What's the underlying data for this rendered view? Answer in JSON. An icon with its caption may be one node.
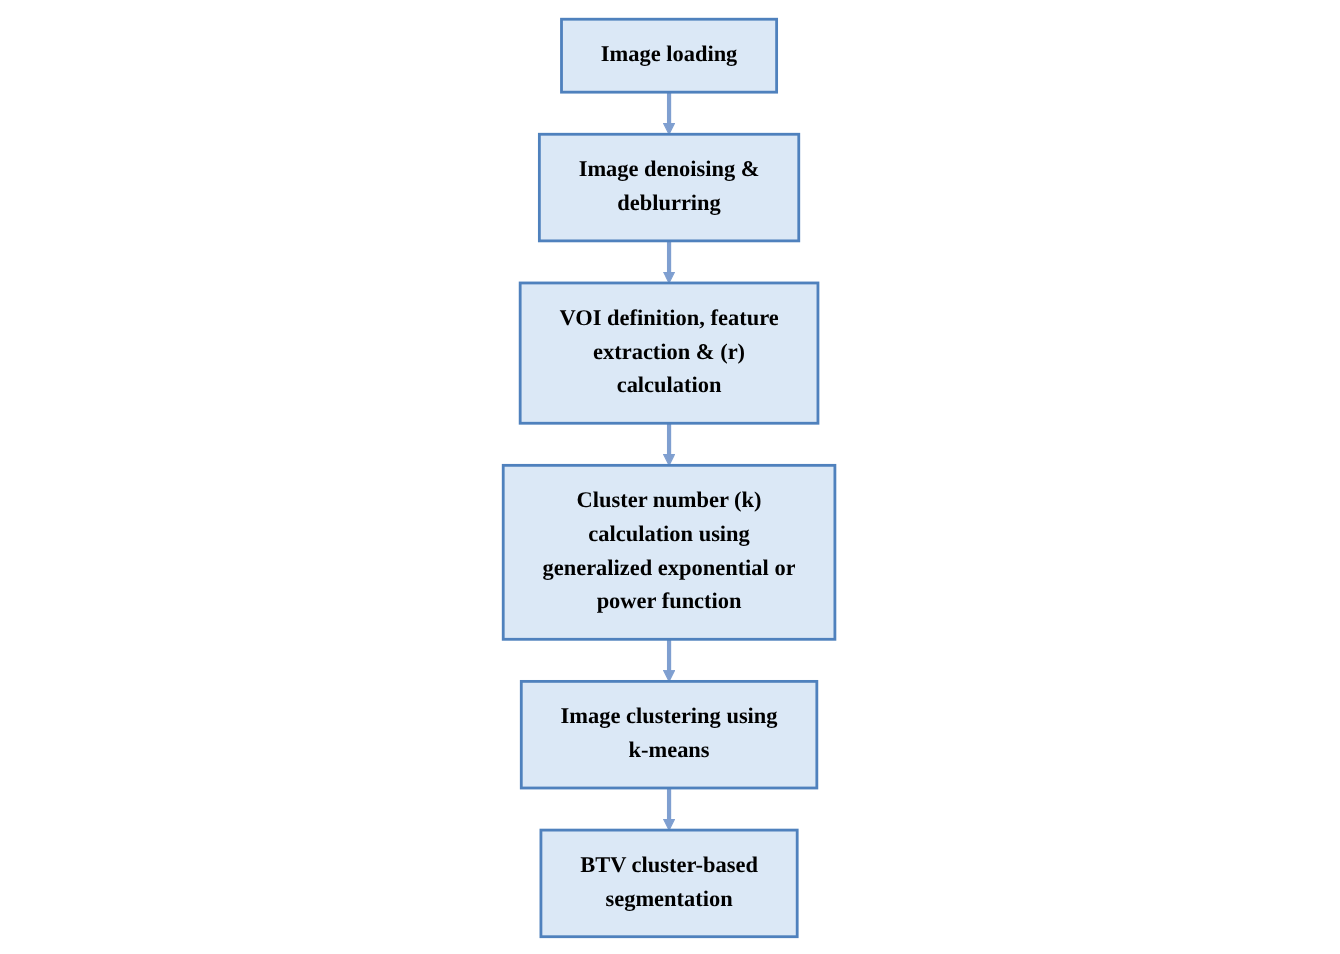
{
  "diagram": {
    "nodes": [
      {
        "text": [
          "Image loading"
        ]
      },
      {
        "text": [
          "Image denoising & deblurring"
        ]
      },
      {
        "text": [
          "VOI definition, feature extraction & (r) calculation"
        ]
      },
      {
        "text": [
          "Cluster number (k) calculation using generalized exponential or power function"
        ]
      },
      {
        "text": [
          "Image clustering using k-means"
        ]
      },
      {
        "text": [
          "BTV cluster-based segmentation"
        ]
      }
    ],
    "edges": [
      {
        "from": 0,
        "to": 1,
        "arrow": "to"
      },
      {
        "from": 1,
        "to": 2,
        "arrow": "to"
      },
      {
        "from": 2,
        "to": 3,
        "arrow": "to"
      },
      {
        "from": 3,
        "to": 4,
        "arrow": "to"
      },
      {
        "from": 4,
        "to": 5,
        "arrow": "to"
      }
    ]
  }
}
